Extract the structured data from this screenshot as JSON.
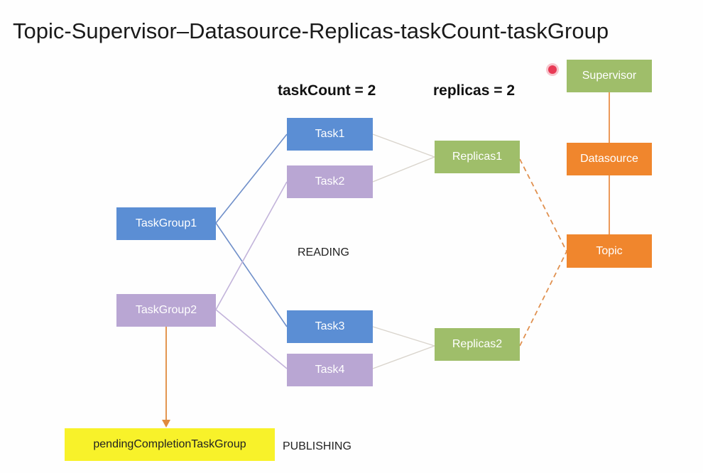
{
  "title": "Topic-Supervisor–Datasource-Replicas-taskCount-taskGroup",
  "headers": {
    "task_count": "taskCount = 2",
    "replicas": "replicas = 2"
  },
  "labels": {
    "reading": "READING",
    "publishing": "PUBLISHING"
  },
  "nodes": {
    "task_group_1": "TaskGroup1",
    "task_group_2": "TaskGroup2",
    "task1": "Task1",
    "task2": "Task2",
    "task3": "Task3",
    "task4": "Task4",
    "replicas1": "Replicas1",
    "replicas2": "Replicas2",
    "supervisor": "Supervisor",
    "datasource": "Datasource",
    "topic": "Topic",
    "pending": "pendingCompletionTaskGroup"
  },
  "colors": {
    "blue": "#5b8ed4",
    "purple": "#b9a6d3",
    "green": "#9fbe6a",
    "orange": "#f0862d",
    "yellow": "#f8f22a"
  }
}
